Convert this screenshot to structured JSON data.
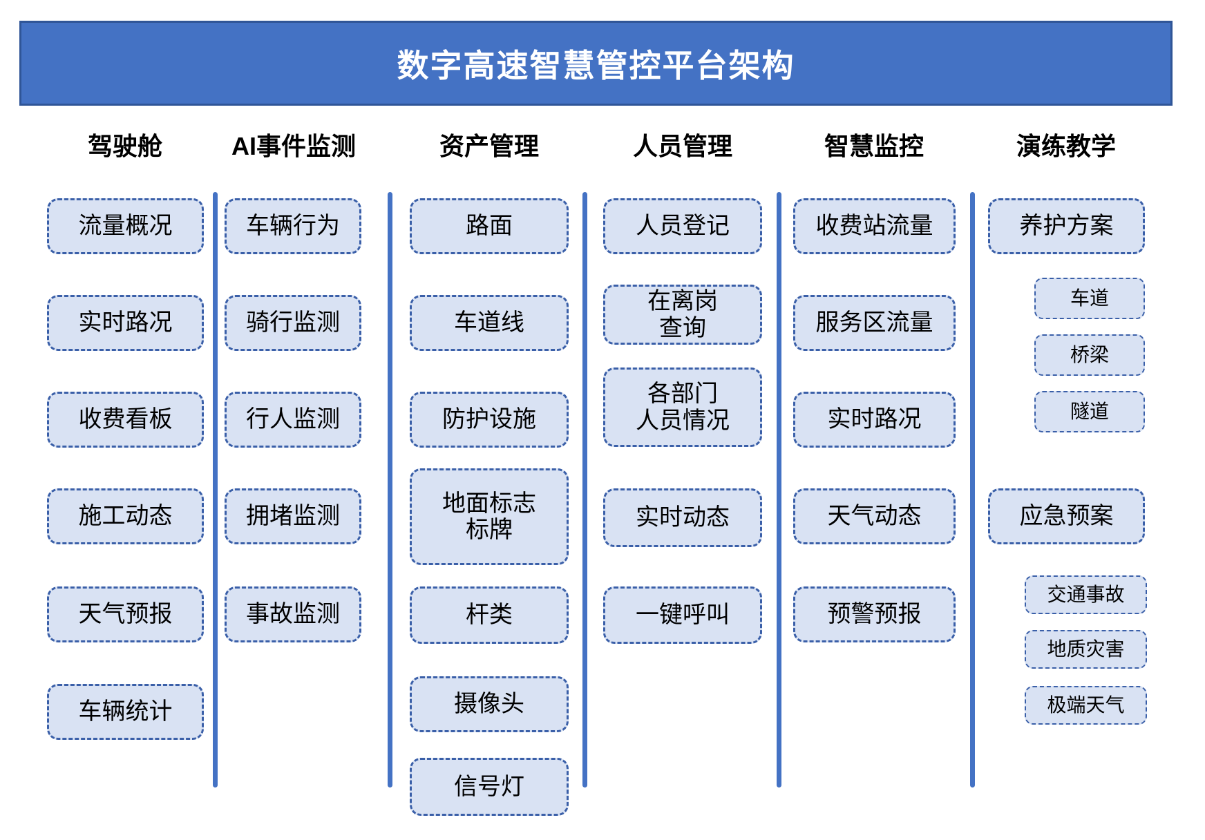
{
  "title": "数字高速智慧管控平台架构",
  "colors": {
    "banner_bg": "#4472C4",
    "banner_border": "#2F5597",
    "box_fill": "#D9E2F3",
    "box_border": "#3A5FA8",
    "divider": "#4472C4",
    "title_text": "#FFFFFF",
    "label_text": "#000000"
  },
  "columns": [
    {
      "header": "驾驶舱",
      "items": [
        "流量概况",
        "实时路况",
        "收费看板",
        "施工动态",
        "天气预报",
        "车辆统计"
      ]
    },
    {
      "header": "AI事件监测",
      "items": [
        "车辆行为",
        "骑行监测",
        "行人监测",
        "拥堵监测",
        "事故监测"
      ]
    },
    {
      "header": "资产管理",
      "items": [
        "路面",
        "车道线",
        "防护设施",
        "地面标志\n标牌",
        "杆类",
        "摄像头",
        "信号灯"
      ]
    },
    {
      "header": "人员管理",
      "items": [
        "人员登记",
        "在离岗\n查询",
        "各部门\n人员情况",
        "实时动态",
        "一键呼叫"
      ]
    },
    {
      "header": "智慧监控",
      "items": [
        "收费站流量",
        "服务区流量",
        "实时路况",
        "天气动态",
        "预警预报"
      ]
    },
    {
      "header": "演练教学",
      "items": [
        "养护方案",
        "车道",
        "桥梁",
        "隧道",
        "应急预案",
        "交通事故",
        "地质灾害",
        "极端天气"
      ]
    }
  ]
}
